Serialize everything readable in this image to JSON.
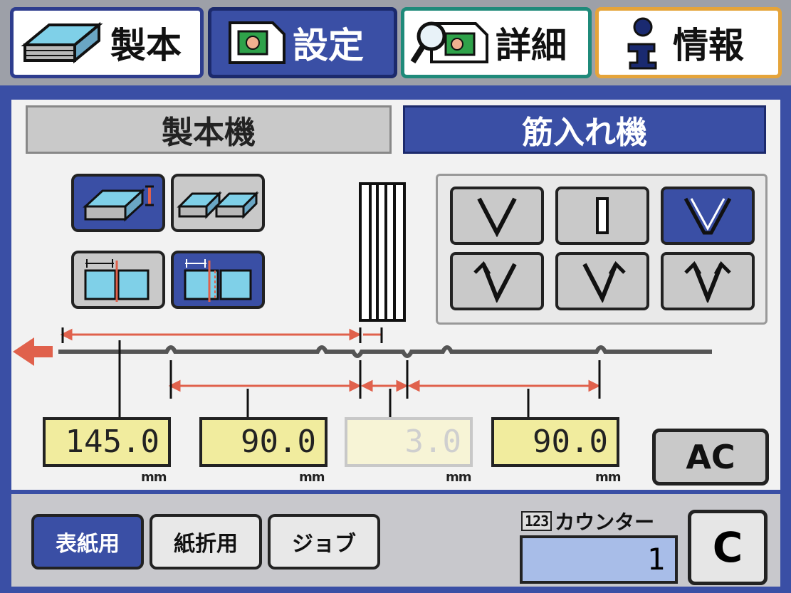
{
  "top_tabs": [
    {
      "label": "製本",
      "icon": "book-block-icon",
      "selected": false
    },
    {
      "label": "設定",
      "icon": "settings-screen-icon",
      "selected": true
    },
    {
      "label": "詳細",
      "icon": "magnifier-detail-icon",
      "selected": false
    },
    {
      "label": "情報",
      "icon": "info-person-icon",
      "selected": false
    }
  ],
  "sub_tabs": [
    {
      "label": "製本機",
      "selected": false
    },
    {
      "label": "筋入れ機",
      "selected": true
    }
  ],
  "values": {
    "v1": "145.0",
    "v2": "90.0",
    "v3": "3.0",
    "v4": "90.0",
    "unit": "mm"
  },
  "buttons": {
    "ac": "AC",
    "clear": "C"
  },
  "bottom_tabs": [
    {
      "label": "表紙用",
      "selected": true
    },
    {
      "label": "紙折用",
      "selected": false
    },
    {
      "label": "ジョブ",
      "selected": false
    }
  ],
  "counter": {
    "badge": "123",
    "label": "カウンター",
    "value": "1"
  },
  "colors": {
    "accent_blue": "#3a4fa5",
    "dimension_red": "#e0614c",
    "value_yellow": "#f1ec9e"
  }
}
